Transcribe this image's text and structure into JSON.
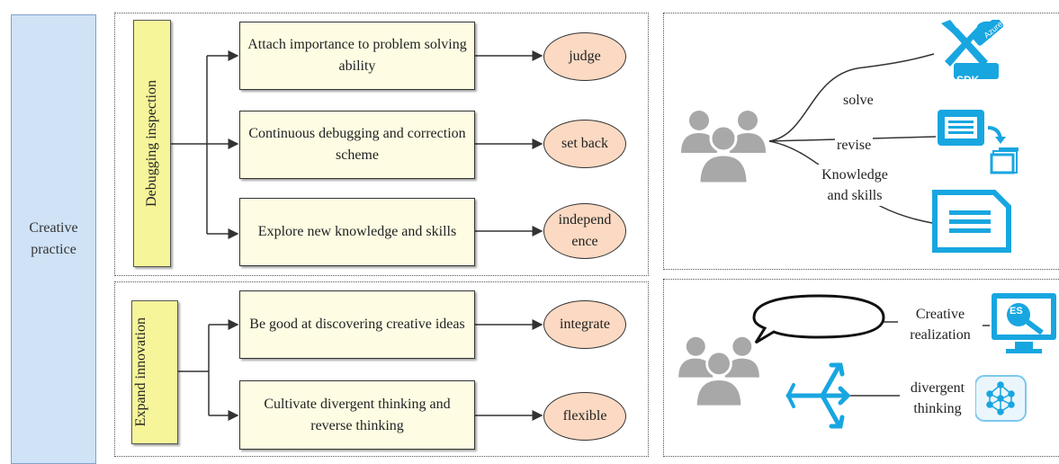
{
  "left_label": "Creative practice",
  "top_section": {
    "vertical_label": "Debugging inspection",
    "items": [
      {
        "text": "Attach importance to problem solving ability",
        "result": "judge"
      },
      {
        "text": "Continuous debugging and correction scheme",
        "result": "set back"
      },
      {
        "text": "Explore new knowledge and skills",
        "result": "independ ence"
      }
    ]
  },
  "bottom_section": {
    "vertical_label": "Expand innovation",
    "items": [
      {
        "text": "Be good at discovering creative ideas",
        "result": "integrate"
      },
      {
        "text": "Cultivate divergent thinking and reverse thinking",
        "result": "flexible"
      }
    ]
  },
  "right_top": {
    "labels": [
      "solve",
      "revise",
      "Knowledge and skills"
    ],
    "sdk_badge": "SDK",
    "azure_badge": "Azure"
  },
  "right_bottom": {
    "labels": [
      "Creative realization",
      "divergent thinking"
    ],
    "es_badge": "ES"
  },
  "colors": {
    "icon_blue": "#18a6e0",
    "people_gray": "#a8a8a8",
    "panel_blue": "#cfe2f6",
    "yellow": "#f6f59a",
    "peach": "#fbd9c2"
  }
}
